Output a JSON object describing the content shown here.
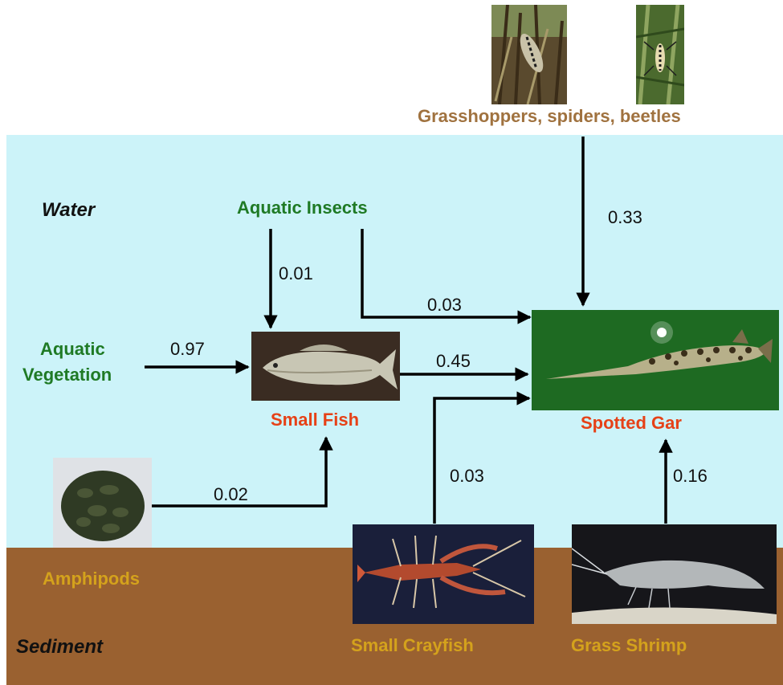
{
  "zones": {
    "water": "Water",
    "sediment": "Sediment"
  },
  "nodes": {
    "terrestrial_insects": "Grasshoppers, spiders, beetles",
    "aquatic_insects": "Aquatic Insects",
    "aquatic_vegetation_line1": "Aquatic",
    "aquatic_vegetation_line2": "Vegetation",
    "small_fish": "Small Fish",
    "spotted_gar": "Spotted Gar",
    "amphipods": "Amphipods",
    "small_crayfish": "Small Crayfish",
    "grass_shrimp": "Grass Shrimp"
  },
  "edges": {
    "terrestrial_to_gar": "0.33",
    "aquatic_insects_to_small_fish": "0.01",
    "aquatic_insects_to_gar": "0.03",
    "vegetation_to_small_fish": "0.97",
    "small_fish_to_gar": "0.45",
    "amphipods_to_small_fish": "0.02",
    "crayfish_to_gar": "0.03",
    "shrimp_to_gar": "0.16"
  },
  "colors": {
    "water": "#ccf3f9",
    "sediment": "#9a6130",
    "producer_label": "#1f7a25",
    "consumer_label": "#e64117",
    "benthic_label": "#d4a21c",
    "terrestrial_label": "#a0723f"
  }
}
